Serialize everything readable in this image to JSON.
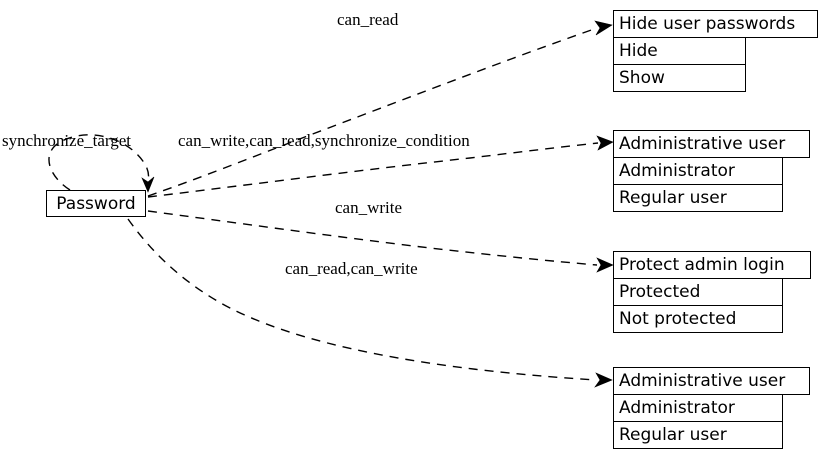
{
  "diagram": {
    "type": "graphviz-record-digraph",
    "background": "#ffffff",
    "line_color": "#000000",
    "source_node": {
      "label": "Password"
    },
    "targets": [
      {
        "id": "hide-user-passwords",
        "header": "Hide user passwords",
        "rows": [
          "Hide",
          "Show"
        ]
      },
      {
        "id": "administrative-user-1",
        "header": "Administrative user",
        "rows": [
          "Administrator",
          "Regular user"
        ]
      },
      {
        "id": "protect-admin-login",
        "header": "Protect admin login",
        "rows": [
          "Protected",
          "Not protected"
        ]
      },
      {
        "id": "administrative-user-2",
        "header": "Administrative user",
        "rows": [
          "Administrator",
          "Regular user"
        ]
      }
    ],
    "edges": [
      {
        "id": "edge-self-loop",
        "label": "synchronize_target",
        "from": "Password",
        "to": "Password"
      },
      {
        "id": "edge-can-read",
        "label": "can_read",
        "from": "Password",
        "to": "hide-user-passwords"
      },
      {
        "id": "edge-can-write-can-read-sync",
        "label": "can_write,can_read,synchronize_condition",
        "from": "Password",
        "to": "administrative-user-1"
      },
      {
        "id": "edge-can-write",
        "label": "can_write",
        "from": "Password",
        "to": "protect-admin-login"
      },
      {
        "id": "edge-can-read-can-write",
        "label": "can_read,can_write",
        "from": "Password",
        "to": "administrative-user-2"
      }
    ]
  }
}
